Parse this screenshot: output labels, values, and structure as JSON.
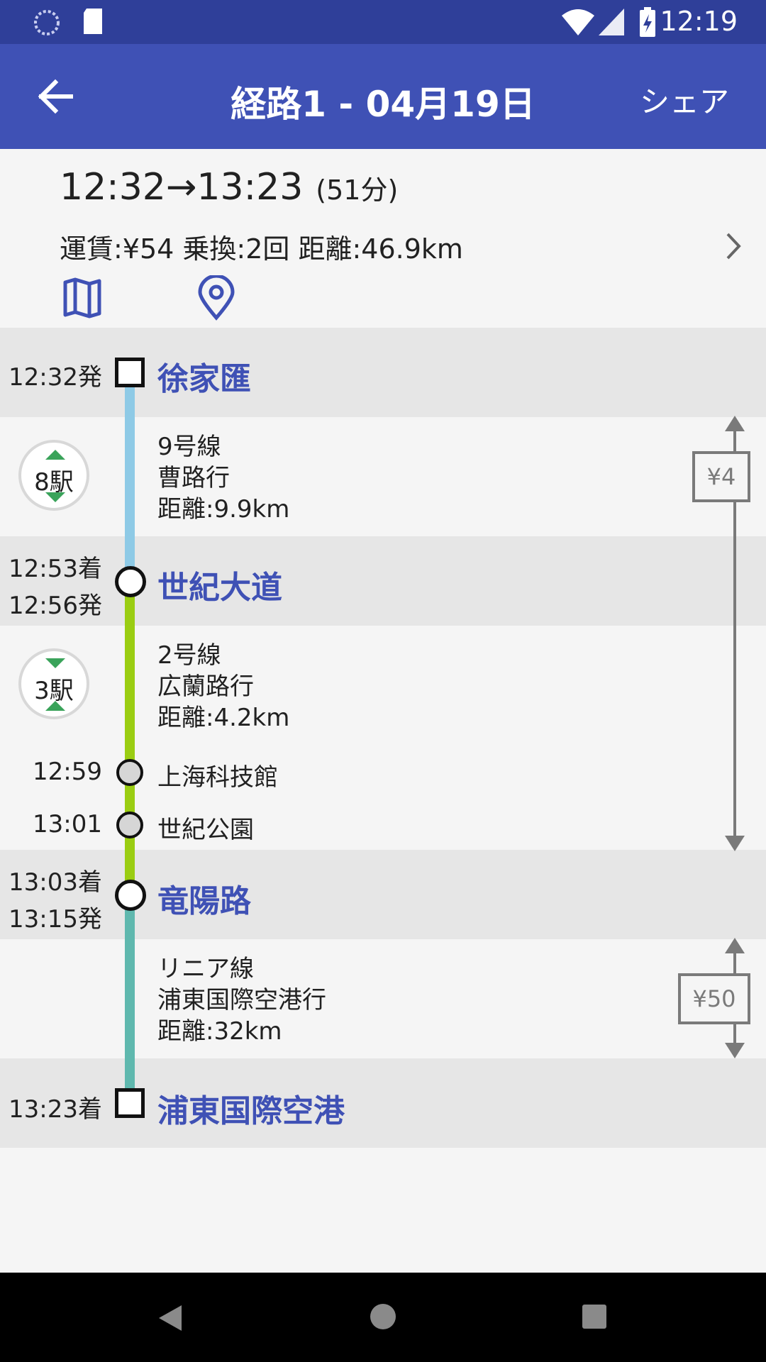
{
  "status_bar": {
    "time": "12:19"
  },
  "app_bar": {
    "title": "経路1 - 04月19日",
    "share_label": "シェア"
  },
  "summary": {
    "time_range": "12:32→13:23",
    "duration": "(51分)",
    "details": "運賃:¥54 乗換:2回 距離:46.9km"
  },
  "stations": [
    {
      "name": "徐家匯",
      "times": [
        "12:32発"
      ]
    },
    {
      "name": "世紀大道",
      "times": [
        "12:53着",
        "12:56発"
      ]
    },
    {
      "name": "竜陽路",
      "times": [
        "13:03着",
        "13:15発"
      ]
    },
    {
      "name": "浦東国際空港",
      "times": [
        "13:23着"
      ]
    }
  ],
  "legs": [
    {
      "line": "9号線",
      "direction": "曹路行",
      "distance": "距離:9.9km",
      "stops": "8駅",
      "color": "#8ecae6"
    },
    {
      "line": "2号線",
      "direction": "広蘭路行",
      "distance": "距離:4.2km",
      "stops": "3駅",
      "color": "#9acd12",
      "intermediate": [
        {
          "time": "12:59",
          "name": "上海科技館"
        },
        {
          "time": "13:01",
          "name": "世紀公園"
        }
      ]
    },
    {
      "line": "リニア線",
      "direction": "浦東国際空港行",
      "distance": "距離:32km",
      "color": "#5fb8ae"
    }
  ],
  "fares": [
    {
      "amount": "¥4"
    },
    {
      "amount": "¥50"
    }
  ],
  "colors": {
    "primary": "#3f51b5",
    "status": "#2f3f99",
    "badge_arrow": "#3aa35a",
    "fare_gray": "#7a7a7a"
  }
}
